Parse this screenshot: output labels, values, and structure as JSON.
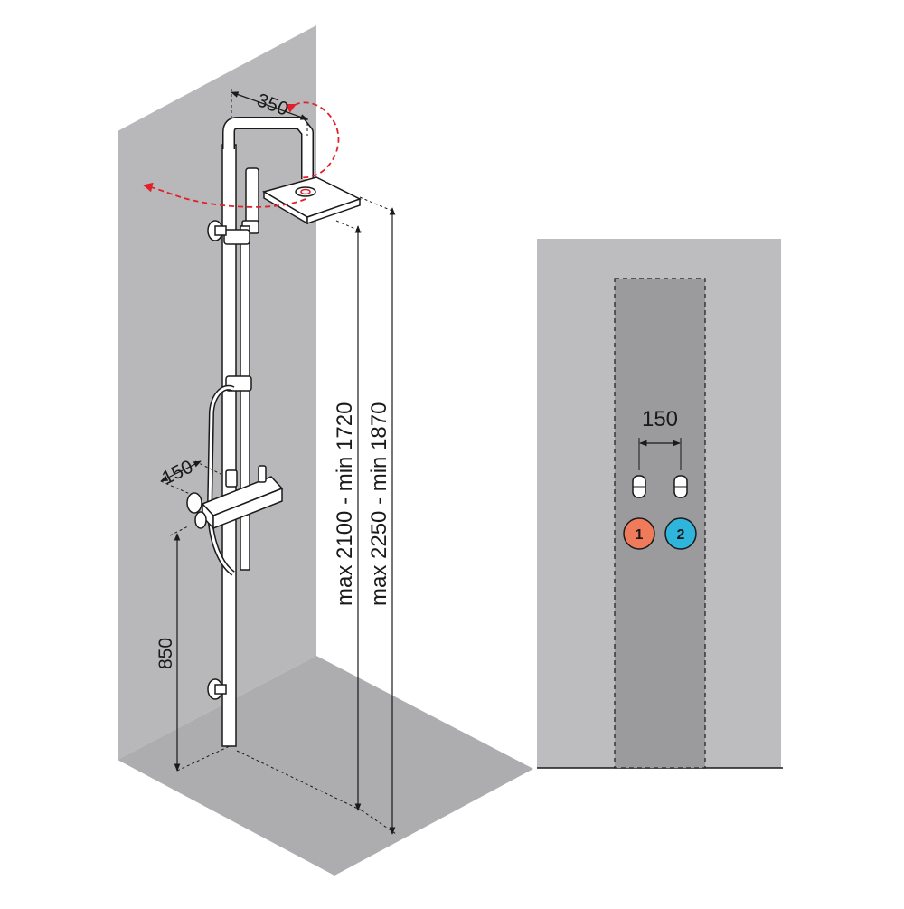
{
  "left_diagram": {
    "dimensions": {
      "head_projection": "350",
      "mixer_depth": "150",
      "mixer_height": "850",
      "height_range_1": "max 2100 - min 1720",
      "height_range_2": "max 2250 - min 1870"
    }
  },
  "right_diagram": {
    "dimensions": {
      "inlet_spacing": "150"
    },
    "inlets": [
      {
        "label": "1",
        "color": "#ef7b5a",
        "meaning": ""
      },
      {
        "label": "2",
        "color": "#2fb4dc",
        "meaning": ""
      }
    ]
  },
  "colors": {
    "wall": "#b8b8ba",
    "wall_light": "#bdbdc0",
    "floor": "#adadb0",
    "recess": "#9b9b9e",
    "rotation_arrow": "#e0202b",
    "line": "#1a1a1a",
    "hot": "#ef7b5a",
    "cold": "#2fb4dc"
  }
}
